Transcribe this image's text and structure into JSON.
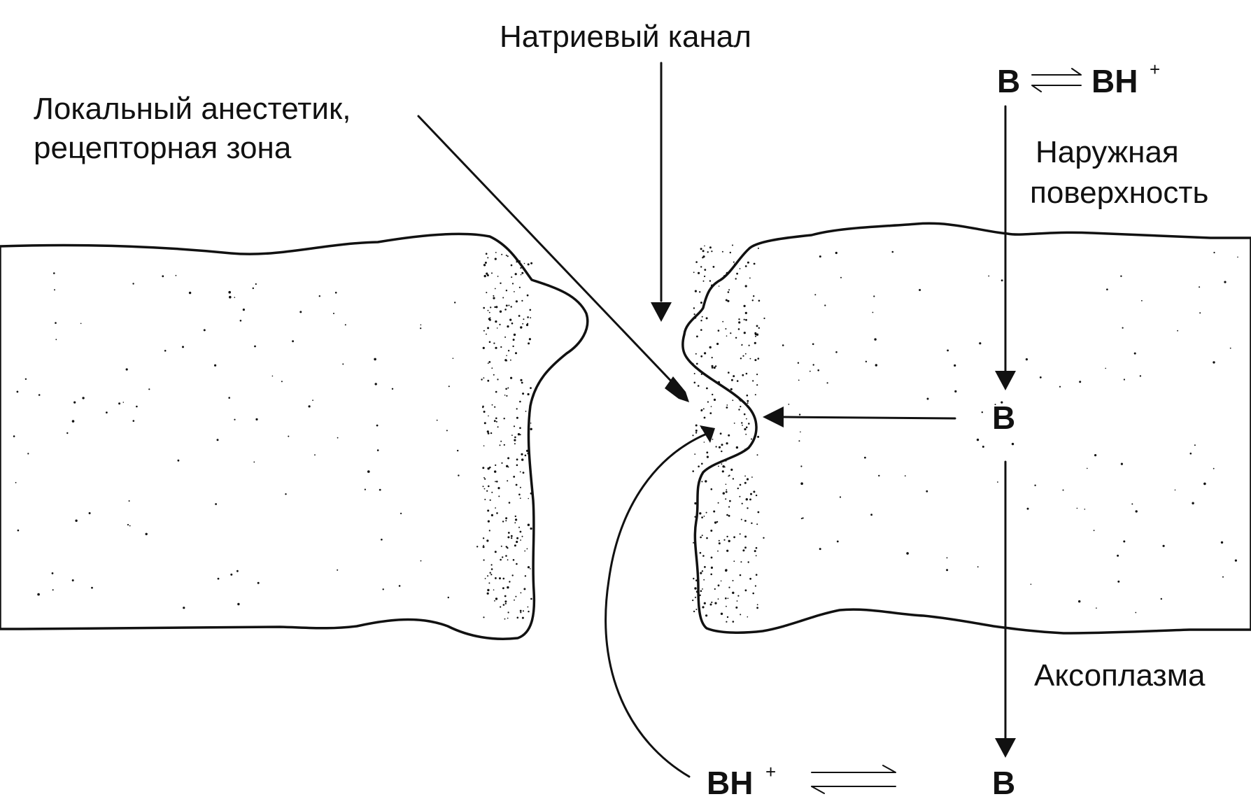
{
  "labels": {
    "sodium_channel": "Натриевый канал",
    "anesthetic_line1": "Локальный анестетик,",
    "anesthetic_line2": "рецепторная зона",
    "outer_line1": "Наружная",
    "outer_line2": "поверхность",
    "axoplasm": "Аксоплазма"
  },
  "chem": {
    "top_base": "B",
    "top_cation": "BH",
    "top_cation_charge": "+",
    "middle_base": "B",
    "bottom_cation": "BH",
    "bottom_cation_charge": "+",
    "bottom_base": "B"
  }
}
